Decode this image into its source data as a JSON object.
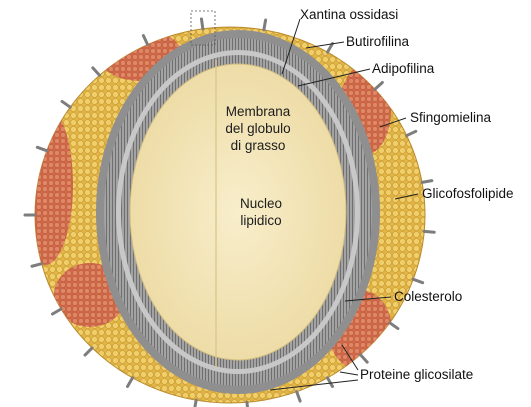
{
  "labels": {
    "xantina": "Xantina ossidasi",
    "butirofilina": "Butirofilina",
    "adipofilina": "Adipofilina",
    "sfingomielina": "Sfingomielina",
    "glicofosfolipide": "Glicofosfolipide",
    "colesterolo": "Colesterolo",
    "proteine": "Proteine glicosilate"
  },
  "membrane_caption": [
    "Membrana",
    "del globulo",
    "di grasso"
  ],
  "core_caption": [
    "Nucleo",
    "lipidico"
  ],
  "colors": {
    "outer_layer": "#e2b547",
    "outer_dots": "#f0cf6a",
    "lipid_patch": "#d46a4e",
    "membrane_band": "#8f8f8f",
    "phospholipid": "#7a7a7a",
    "core": "#f4e6b8",
    "protein": "#8a8a8a"
  }
}
